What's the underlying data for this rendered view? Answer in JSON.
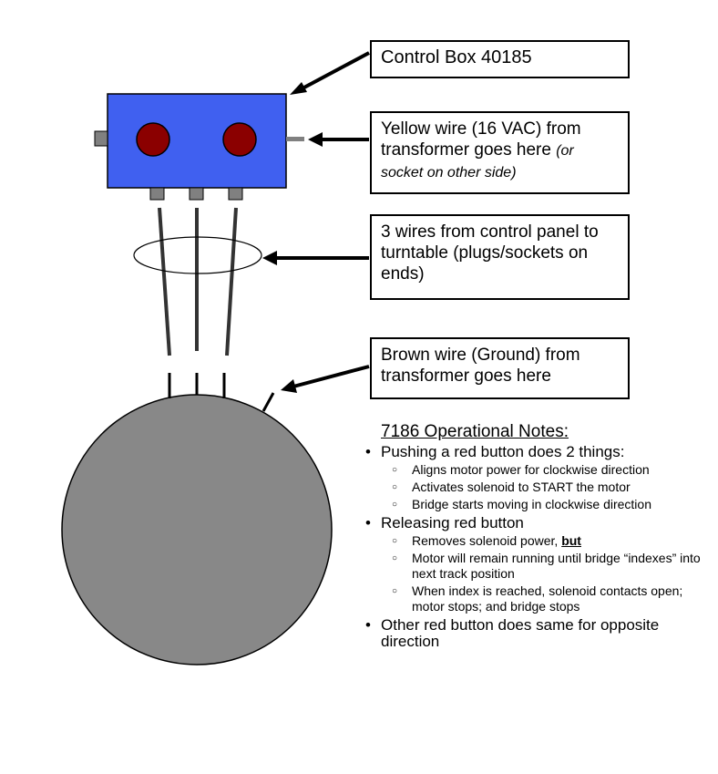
{
  "callouts": {
    "control_box": "Control Box 40185",
    "yellow_wire_main": "Yellow wire (16 VAC) from transformer goes here",
    "yellow_wire_italic": "(or socket on other side)",
    "three_wires": "3 wires from control panel to turntable (plugs/sockets on ends)",
    "brown_wire": "Brown wire (Ground) from transformer goes here"
  },
  "notes": {
    "heading": "7186 Operational Notes:",
    "bullet1": "Pushing a red button does 2 things:",
    "bullet1_subs": [
      "Aligns motor power for clockwise direction",
      "Activates solenoid to START the motor",
      "Bridge starts moving in clockwise direction"
    ],
    "bullet2": "Releasing red button",
    "bullet2_sub1_text": "Removes solenoid power, ",
    "bullet2_sub1_bold": "but",
    "bullet2_subs": [
      "Motor will remain running until bridge “indexes” into next track position",
      "When index is reached, solenoid contacts open; motor stops; and bridge stops"
    ],
    "bullet3": "Other red button does same for opposite direction"
  },
  "colors": {
    "control_box_fill": "#4060f0",
    "button_fill": "#8b0000",
    "turntable_fill": "#888888",
    "terminal_fill": "#808080"
  }
}
